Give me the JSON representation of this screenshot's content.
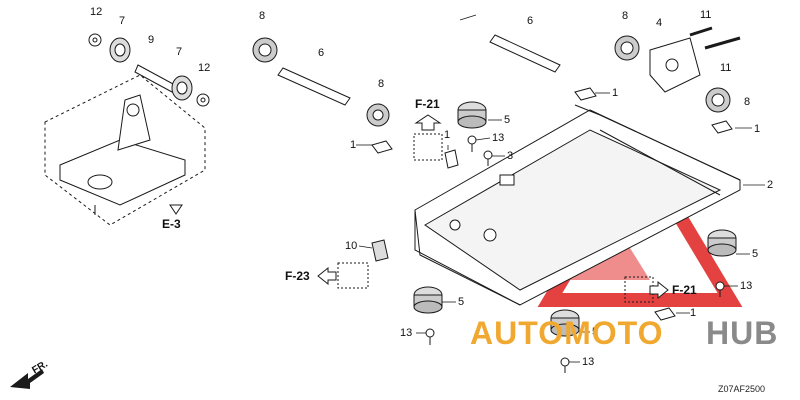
{
  "callouts": {
    "c12a": "12",
    "c7a": "7",
    "c9": "9",
    "c7b": "7",
    "c12b": "12",
    "c8a": "8",
    "c6a": "6",
    "c8b": "8",
    "c6b": "6",
    "c8c": "8",
    "c4": "4",
    "c11a": "11",
    "c11b": "11",
    "c8d": "8",
    "c1a": "1",
    "c1b": "1",
    "c1c": "1",
    "c1d": "1",
    "c1e": "1",
    "c5a": "5",
    "c5b": "5",
    "c5c": "5",
    "c5d": "5",
    "c13a": "13",
    "c13b": "13",
    "c13c": "13",
    "c13d": "13",
    "c3": "3",
    "c2": "2",
    "c10": "10"
  },
  "refs": {
    "e3": "E-3",
    "f21_top": "F-21",
    "f21_right": "F-21",
    "f23": "F-23",
    "front": "FR."
  },
  "diagram_code": "Z07AF2500",
  "watermark": {
    "part1": "AUTOMOTO",
    "part2": "HUB"
  },
  "colors": {
    "line": "#1a1a1a",
    "watermark_orange": "#f0a830",
    "watermark_gray": "#8a8a8a",
    "watermark_red": "#e02020"
  }
}
